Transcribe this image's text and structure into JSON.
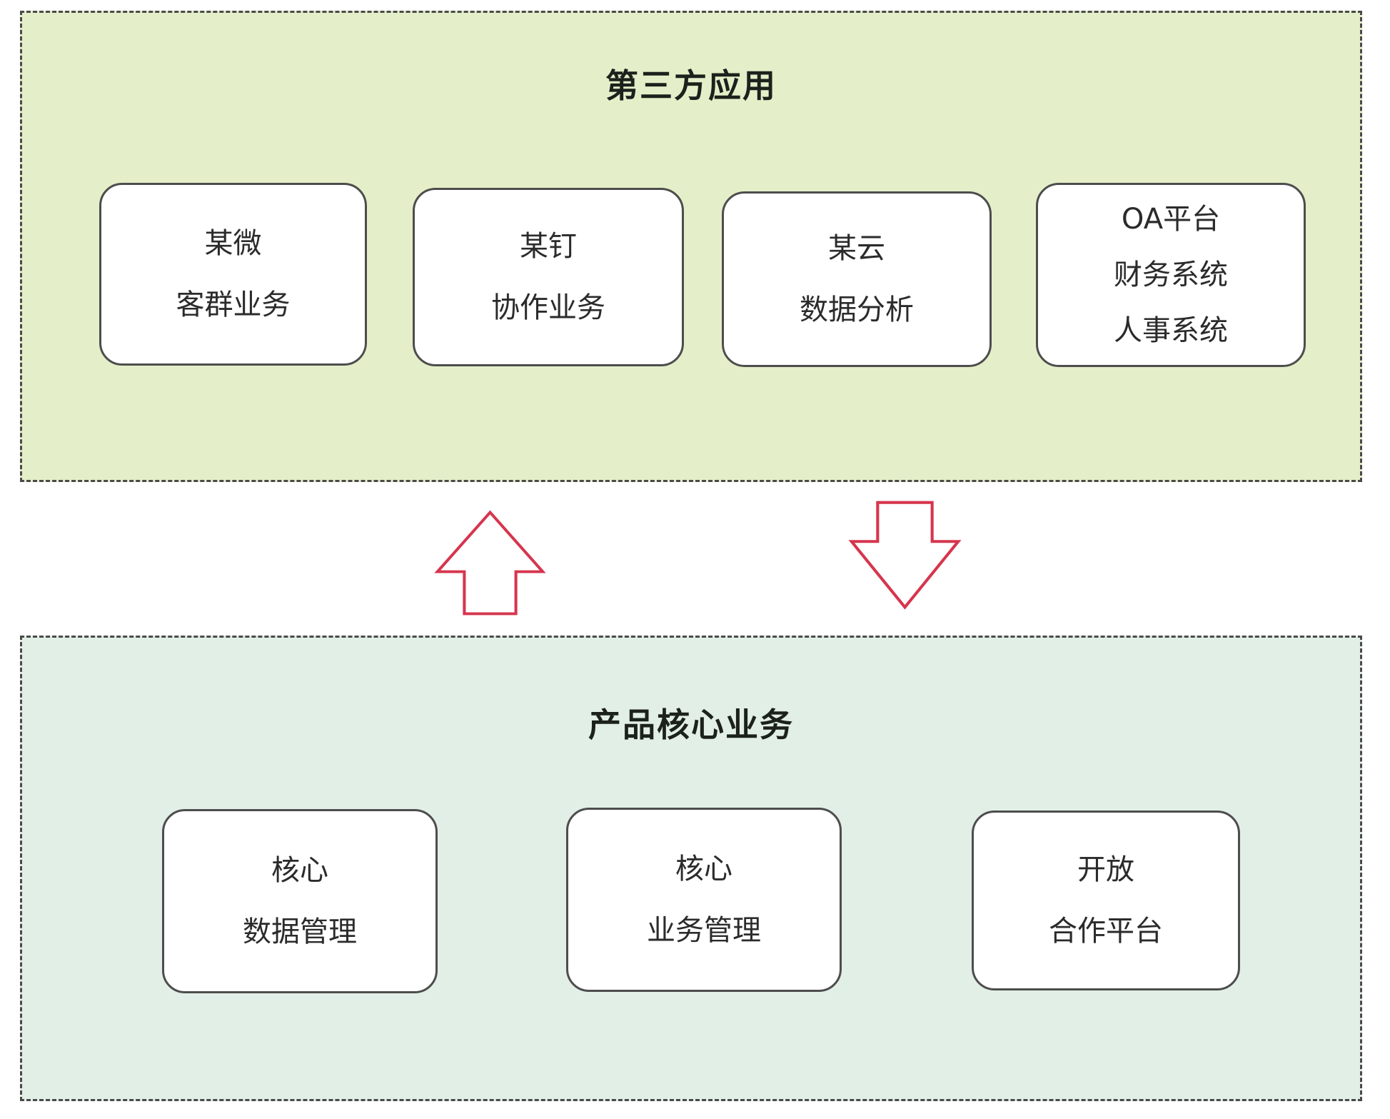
{
  "top_panel": {
    "title": "第三方应用",
    "boxes": [
      {
        "lines": [
          "某微",
          "客群业务"
        ]
      },
      {
        "lines": [
          "某钉",
          "协作业务"
        ]
      },
      {
        "lines": [
          "某云",
          "数据分析"
        ]
      },
      {
        "lines": [
          "OA平台",
          "财务系统",
          "人事系统"
        ]
      }
    ]
  },
  "bottom_panel": {
    "title": "产品核心业务",
    "boxes": [
      {
        "lines": [
          "核心",
          "数据管理"
        ]
      },
      {
        "lines": [
          "核心",
          "业务管理"
        ]
      },
      {
        "lines": [
          "开放",
          "合作平台"
        ]
      }
    ]
  },
  "arrows": {
    "up": "up-block-arrow",
    "down": "down-block-arrow"
  },
  "colors": {
    "top_panel_bg": "#e4efc9",
    "bottom_panel_bg": "#e2efe6",
    "panel_border": "#4a4a4a",
    "box_border": "#4d4d4d",
    "box_text": "#2b2b2b",
    "arrow_red": "#d6354e"
  }
}
